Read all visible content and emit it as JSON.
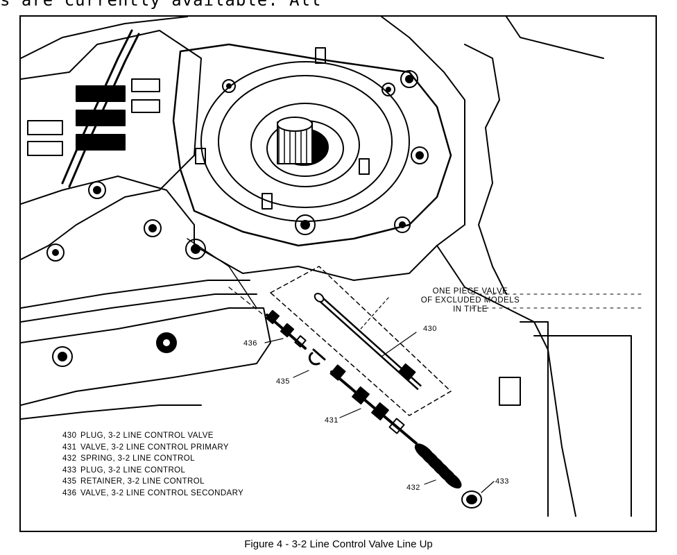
{
  "header_fragment": "s are currently available. All",
  "note_lines": [
    "ONE PIECE VALVE",
    "OF EXCLUDED MODELS",
    "IN TITLE"
  ],
  "callouts": {
    "c430": "430",
    "c431": "431",
    "c432": "432",
    "c433": "433",
    "c435": "435",
    "c436": "436"
  },
  "legend": [
    {
      "num": "430",
      "text": "PLUG, 3-2 LINE CONTROL VALVE"
    },
    {
      "num": "431",
      "text": "VALVE, 3-2 LINE CONTROL PRIMARY"
    },
    {
      "num": "432",
      "text": "SPRING, 3-2 LINE CONTROL"
    },
    {
      "num": "433",
      "text": "PLUG, 3-2 LINE CONTROL"
    },
    {
      "num": "435",
      "text": "RETAINER, 3-2 LINE CONTROL"
    },
    {
      "num": "436",
      "text": "VALVE, 3-2 LINE CONTROL SECONDARY"
    }
  ],
  "caption": "Figure 4 - 3-2 Line Control Valve Line Up"
}
